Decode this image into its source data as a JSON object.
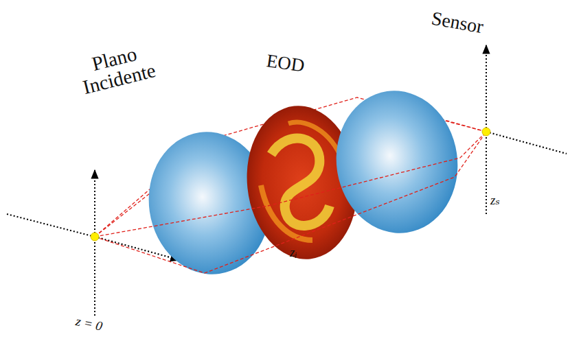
{
  "diagram": {
    "labels": [
      "Plano Incidente",
      "EOD",
      "Sensor",
      "z = 0",
      "zᵢ",
      "zₛ"
    ]
  }
}
